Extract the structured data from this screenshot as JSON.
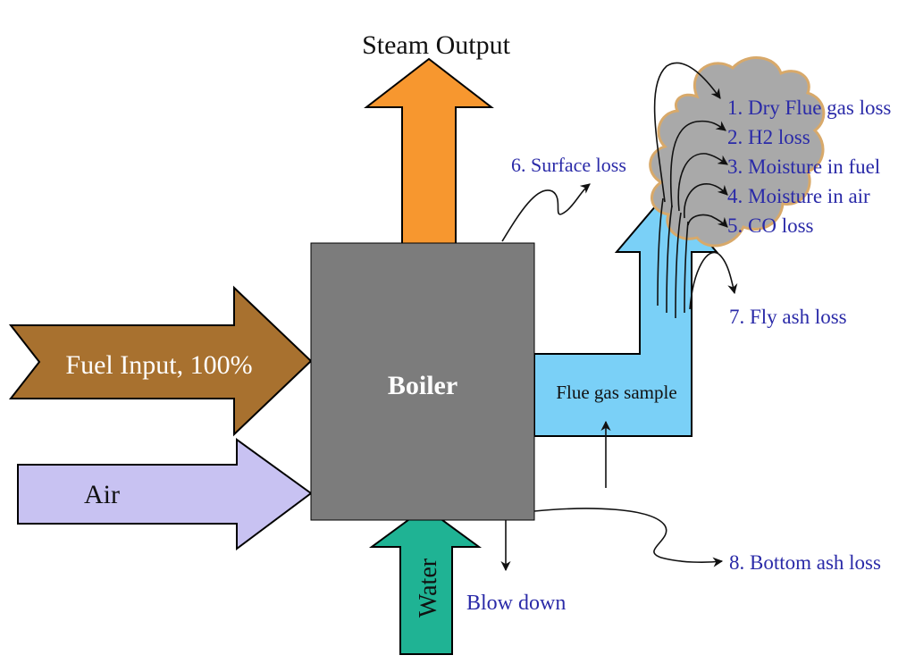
{
  "colors": {
    "fuel": "#a8712f",
    "air": "#c8c2f2",
    "steam": "#f7972f",
    "water": "#1fb394",
    "boiler": "#7c7c7c",
    "flue": "#7ad0f7",
    "smoke": "#a9a9a9",
    "smoke_edge": "#d8a96a",
    "loss_text": "#2a2aa8"
  },
  "labels": {
    "steam_output": "Steam Output",
    "fuel_input": "Fuel Input, 100%",
    "air": "Air",
    "boiler": "Boiler",
    "water": "Water",
    "flue_gas_sample": "Flue gas sample",
    "surface_loss": "6. Surface loss",
    "blow_down": "Blow down",
    "fly_ash_loss": "7. Fly ash loss",
    "bottom_ash_loss": "8. Bottom ash loss"
  },
  "flue_losses": [
    "1. Dry Flue gas loss",
    "2. H2 loss",
    "3. Moisture in fuel",
    "4. Moisture in air",
    "5. CO loss"
  ]
}
